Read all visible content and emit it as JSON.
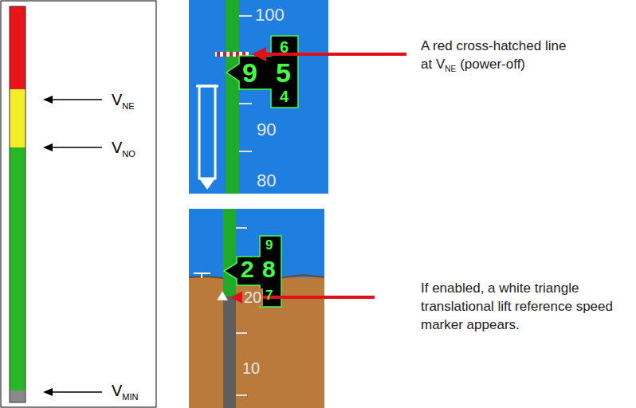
{
  "diagram": {
    "labels": [
      "V",
      "NE",
      "V",
      "NO",
      "V",
      "MIN",
      "100",
      "90",
      "80",
      "9",
      "6",
      "5",
      "4",
      "A red cross-hatched line at V",
      "NE",
      "(power-off)",
      "2",
      "9",
      "8",
      "7",
      "20",
      "10",
      "If enabled, a white triangle translational lift reference speed marker appears."
    ]
  }
}
